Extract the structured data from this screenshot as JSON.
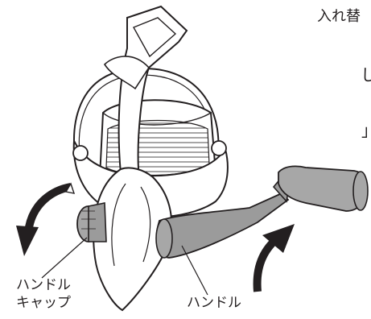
{
  "partial_text": {
    "top": "入れ替",
    "middle": "し",
    "lower": "」"
  },
  "labels": {
    "handle_cap_line1": "ハンドル",
    "handle_cap_line2": "キャップ",
    "handle": "ハンドル"
  },
  "colors": {
    "line": "#231f20",
    "reel_fill": "#ffffff",
    "handle_fill": "#9b9b9b",
    "knob_fill": "#a7a7a7",
    "arrow_fill": "#231f20"
  },
  "icons": [
    "curved-arrow-down",
    "curved-arrow-up"
  ]
}
